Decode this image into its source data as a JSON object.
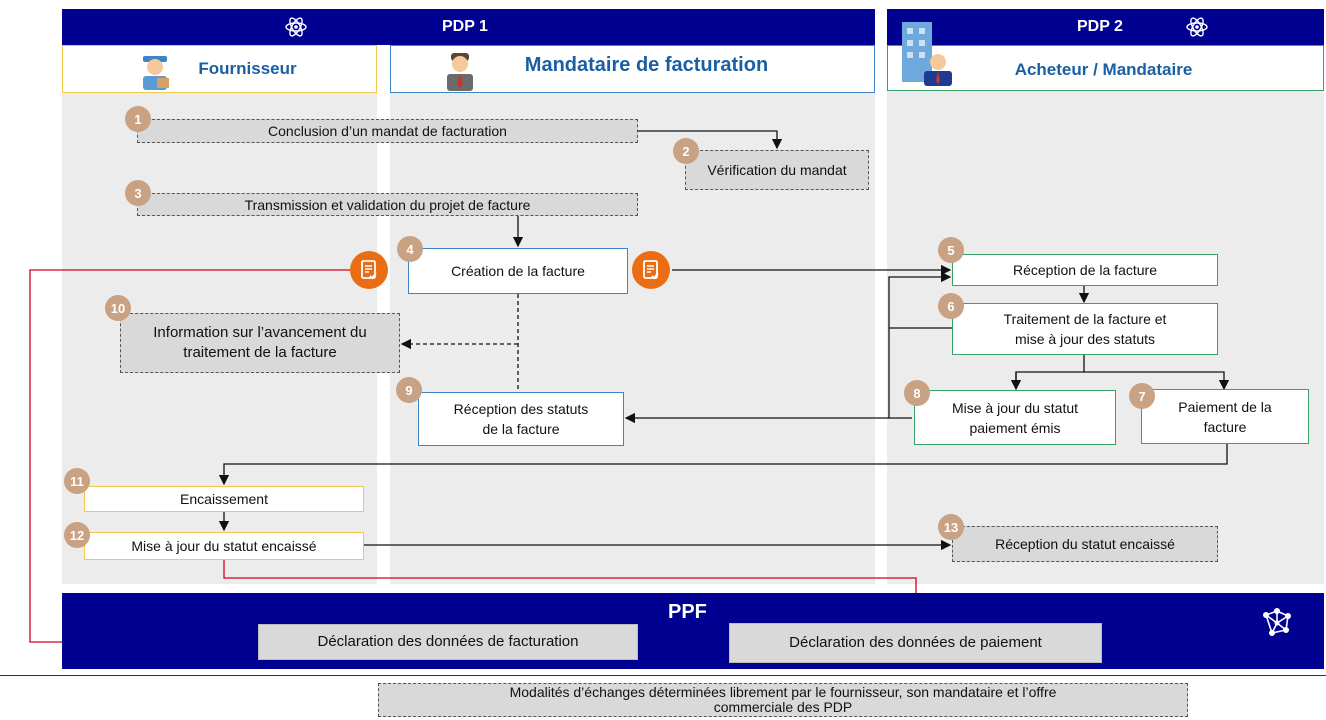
{
  "headers": {
    "pdp1": "PDP 1",
    "pdp2": "PDP 2",
    "fournisseur": "Fournisseur",
    "mandataire": "Mandataire de facturation",
    "acheteur": "Acheteur / Mandataire",
    "ppf": "PPF"
  },
  "icons": {
    "atom": "atom-icon",
    "network": "network-icon",
    "document": "invoice-document-icon"
  },
  "colors": {
    "banner": "#000091",
    "flow_red": "#d0021b",
    "step_badge": "#c9a183",
    "doc_badge": "#ea6d14",
    "pdp1_box": "#3d85c6",
    "pdp2_box": "#38a169",
    "supplier_box": "#f2c94c"
  },
  "steps": {
    "s1": {
      "num": "1",
      "label": "Conclusion d’un mandat de facturation"
    },
    "s2": {
      "num": "2",
      "label": "Vérification du mandat"
    },
    "s3": {
      "num": "3",
      "label": "Transmission et validation du projet de facture"
    },
    "s4": {
      "num": "4",
      "label": "Création de la facture"
    },
    "s5": {
      "num": "5",
      "label": "Réception de la facture"
    },
    "s6": {
      "num": "6",
      "line1": "Traitement de la facture et",
      "line2": "mise à jour des statuts"
    },
    "s7": {
      "num": "7",
      "line1": "Paiement de la",
      "line2": "facture"
    },
    "s8": {
      "num": "8",
      "line1": "Mise à jour du statut",
      "line2": "paiement émis"
    },
    "s9": {
      "num": "9",
      "line1": "Réception des statuts",
      "line2": "de la facture"
    },
    "s10": {
      "num": "10",
      "line1": "Information sur l’avancement du",
      "line2": "traitement de la facture"
    },
    "s11": {
      "num": "11",
      "label": "Encaissement"
    },
    "s12": {
      "num": "12",
      "label": "Mise à jour du statut encaissé"
    },
    "s13": {
      "num": "13",
      "label": "Réception du statut encaissé"
    }
  },
  "ppf_boxes": {
    "facturation": "Déclaration des données de facturation",
    "paiement": "Déclaration des données de paiement"
  },
  "legend": {
    "line1": "Modalités d’échanges déterminées librement par le fournisseur, son mandataire et l’offre",
    "line2": "commerciale des PDP"
  }
}
